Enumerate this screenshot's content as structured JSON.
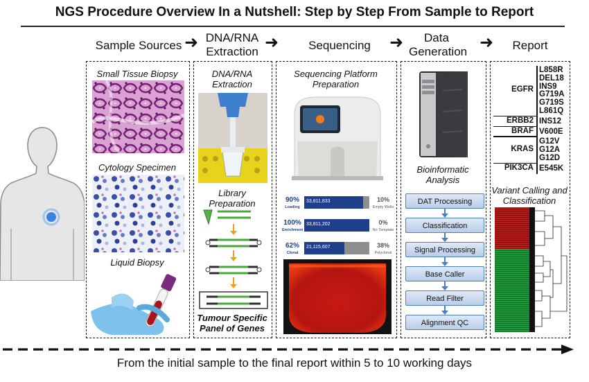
{
  "title": "NGS Procedure Overview In a Nutshell: Step by Step From Sample to Report",
  "headers": {
    "sample_sources": "Sample Sources",
    "extraction": "DNA/RNA Extraction",
    "sequencing": "Sequencing",
    "data_generation": "Data Generation",
    "report": "Report"
  },
  "sample_panel": {
    "small_tissue": "Small Tissue Biopsy",
    "cytology": "Cytology Specimen",
    "liquid": "Liquid Biopsy"
  },
  "extraction_panel": {
    "caption": "DNA/RNA Extraction",
    "library": "Library Preparation",
    "panel": "Tumour Specific Panel of Genes"
  },
  "sequencing_panel": {
    "caption": "Sequencing Platform Preparation",
    "rows": [
      {
        "pct": "90%",
        "label": "Loading",
        "value": "33,811,833",
        "fill": 0.9,
        "right_pct": "10%",
        "right_label": "Empty Wells"
      },
      {
        "pct": "100%",
        "label": "Enrichment",
        "value": "33,811,202",
        "fill": 1.0,
        "right_pct": "0%",
        "right_label": "No Template"
      },
      {
        "pct": "62%",
        "label": "Clonal",
        "value": "21,115,607",
        "fill": 0.62,
        "right_pct": "38%",
        "right_label": "Polyclonal"
      }
    ]
  },
  "data_panel": {
    "caption": "Bioinformatic Analysis",
    "steps": [
      "DAT Processing",
      "Classification",
      "Signal Processing",
      "Base Caller",
      "Read Filter",
      "Alignment QC"
    ]
  },
  "report_panel": {
    "genes": [
      {
        "gene": "EGFR",
        "variants": [
          "L858R",
          "DEL18",
          "INS9",
          "G719A",
          "G719S",
          "L861Q"
        ]
      },
      {
        "gene": "ERBB2",
        "variants": [
          "INS12"
        ]
      },
      {
        "gene": "BRAF",
        "variants": [
          "V600E"
        ]
      },
      {
        "gene": "KRAS",
        "variants": [
          "G12V",
          "G12A",
          "G12D"
        ]
      },
      {
        "gene": "PIK3CA",
        "variants": [
          "E545K"
        ]
      }
    ],
    "caption": "Variant Calling and Classification"
  },
  "footer": "From the initial sample to the final report within  5 to 10 working days",
  "colors": {
    "accent_blue": "#1f3f8a",
    "flow_blue": "#4a7fc0",
    "heat_red": "#c8201c",
    "heat_green": "#1f9a3c"
  }
}
